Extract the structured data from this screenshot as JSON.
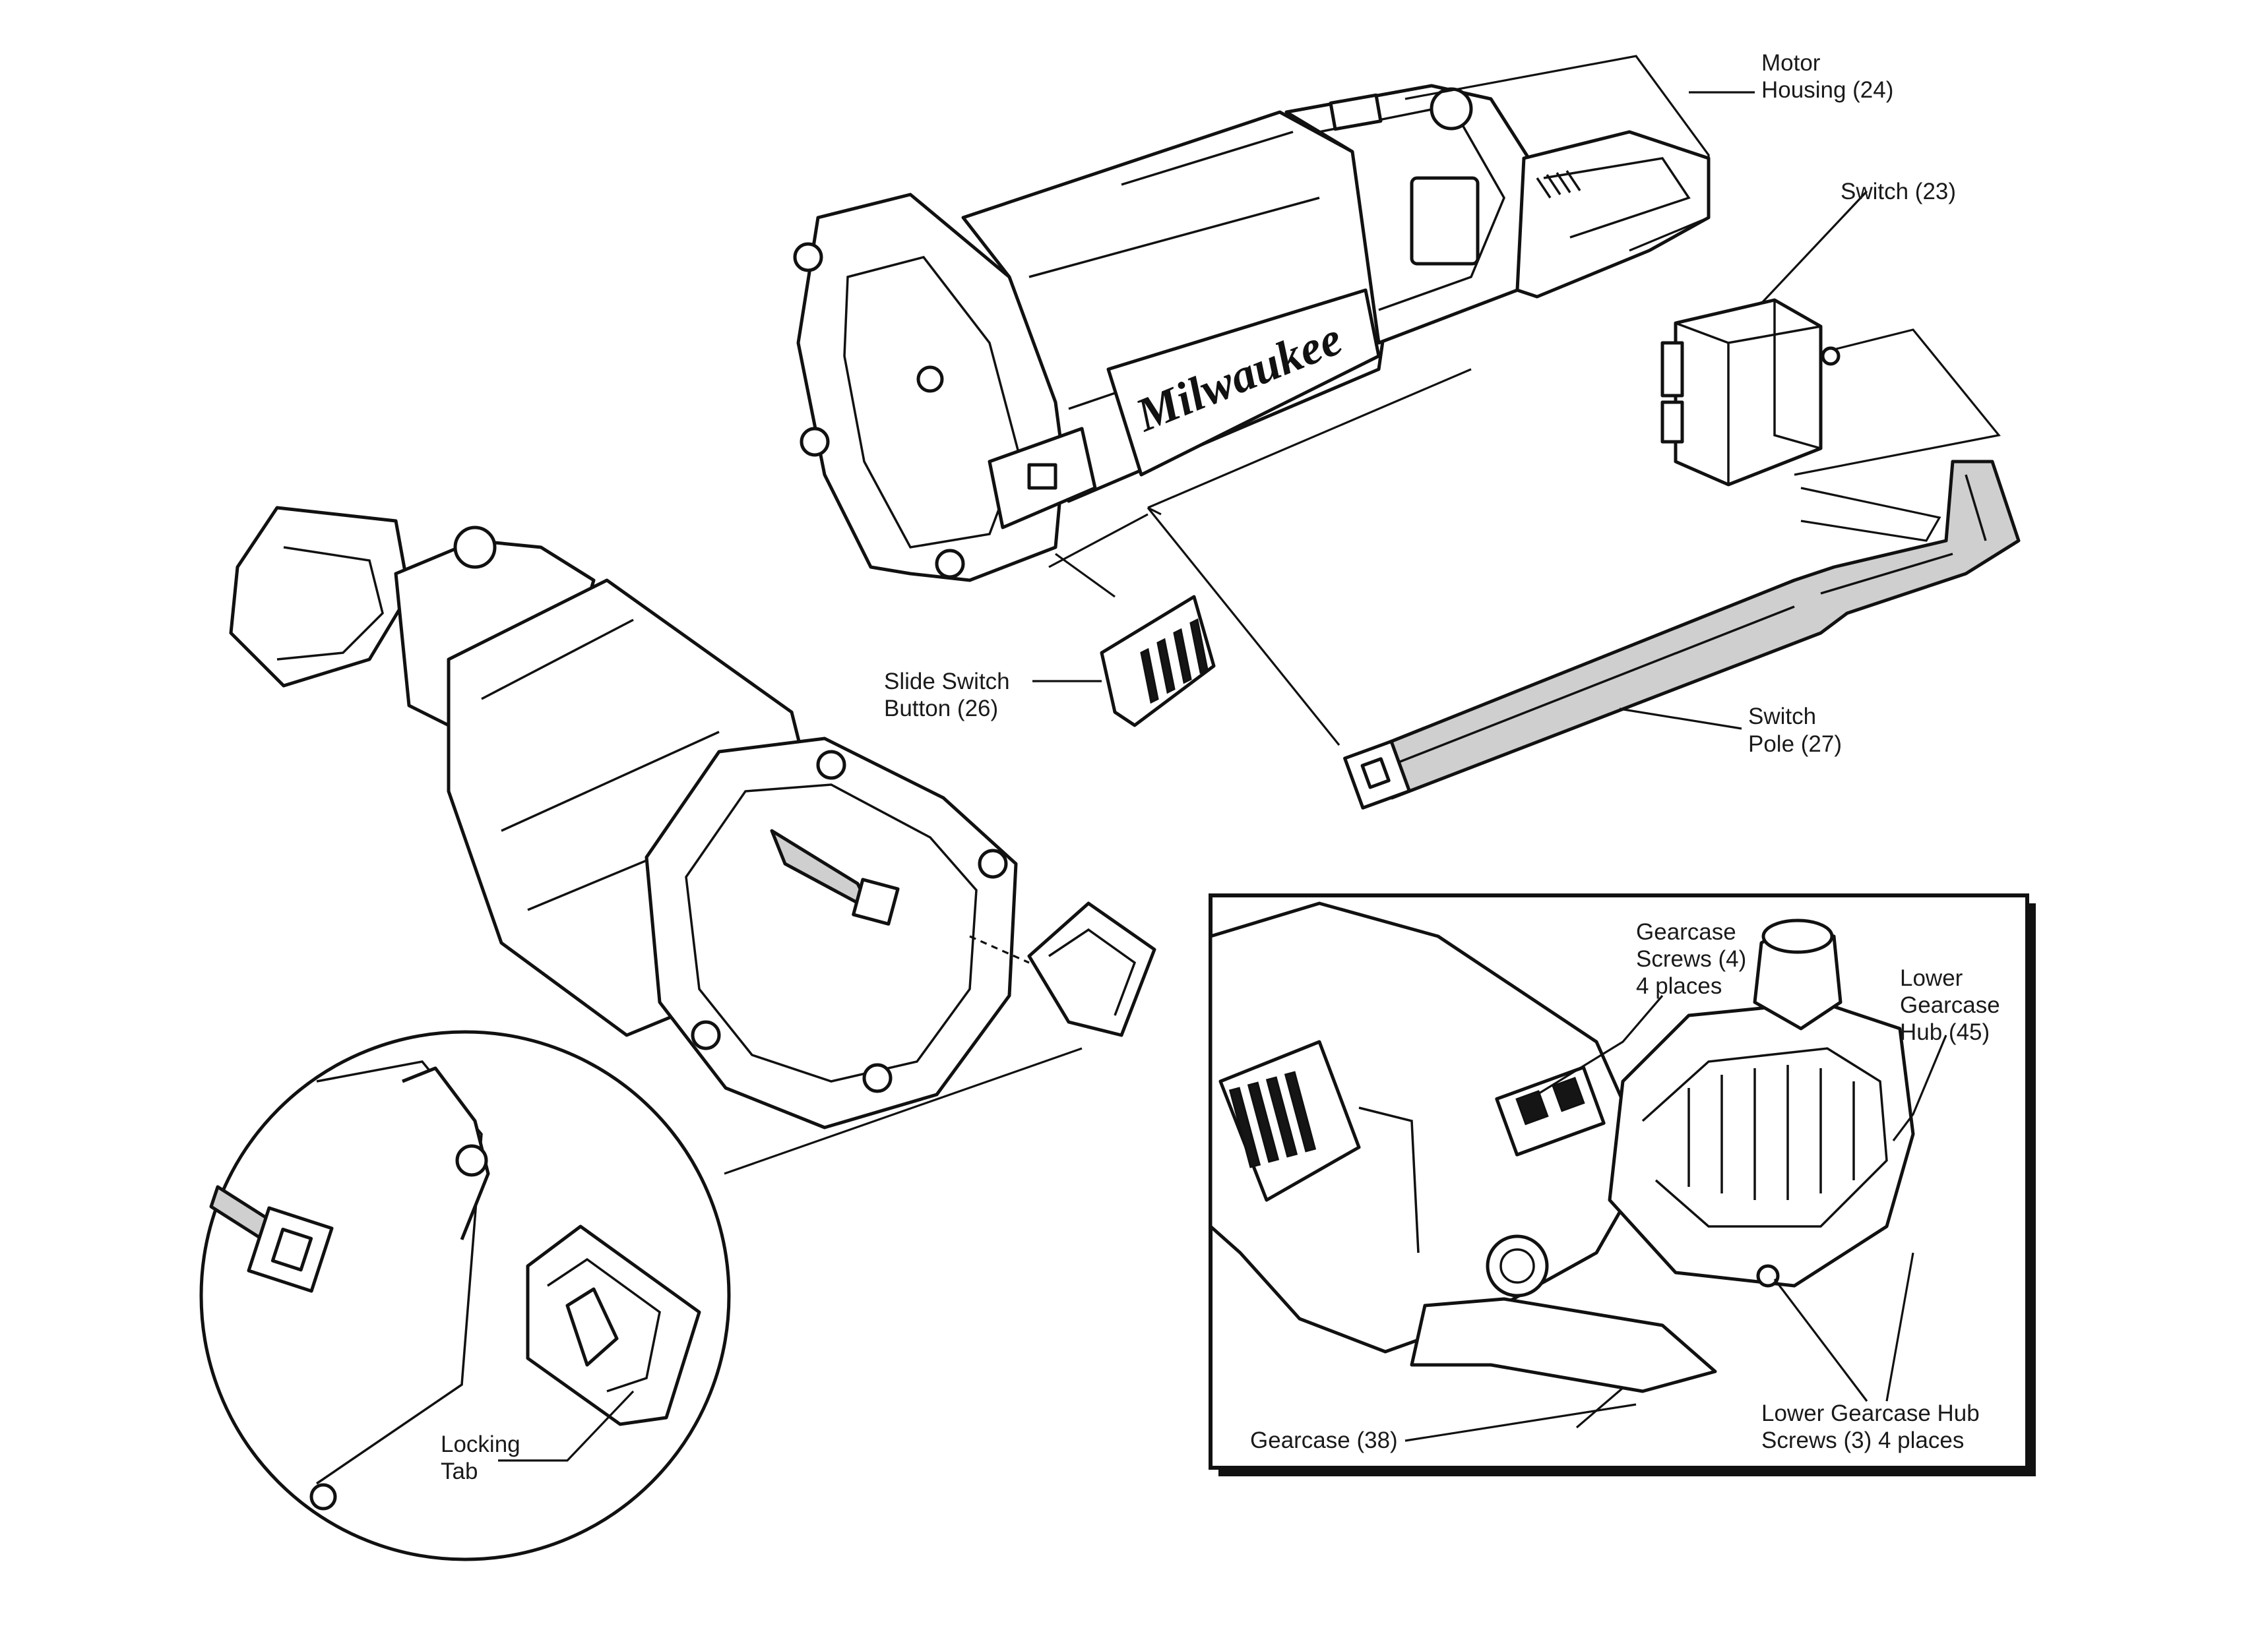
{
  "labels": {
    "motor_housing": [
      "Motor",
      "Housing (24)"
    ],
    "switch": [
      "Switch (23)"
    ],
    "slide_switch_button": [
      "Slide Switch",
      "Button (26)"
    ],
    "switch_pole": [
      "Switch",
      "Pole (27)"
    ],
    "locking_tab": [
      "Locking",
      "Tab"
    ],
    "gearcase_screws": [
      "Gearcase",
      "Screws (4)",
      "4 places"
    ],
    "lower_gearcase_hub": [
      "Lower",
      "Gearcase",
      "Hub (45)"
    ],
    "gearcase": [
      "Gearcase (38)"
    ],
    "lower_gearcase_hub_screws": [
      "Lower Gearcase Hub",
      "Screws (3) 4 places"
    ]
  },
  "brand_logo": "Milwaukee",
  "colors": {
    "line": "#111111",
    "background": "#ffffff",
    "pole_fill": "#cfcfcf"
  }
}
